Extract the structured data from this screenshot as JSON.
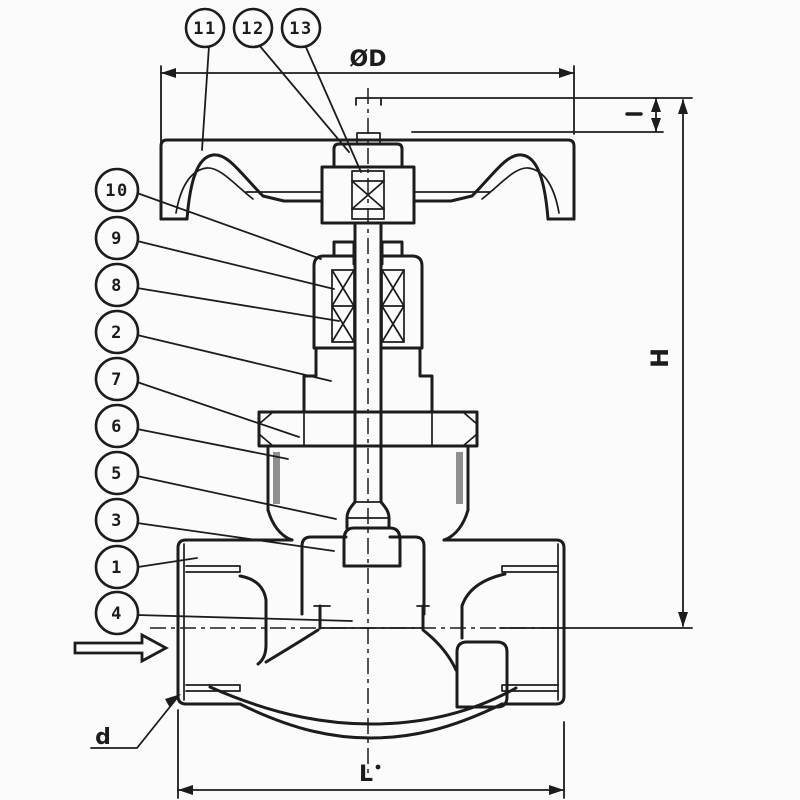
{
  "colors": {
    "background": "#fbfbfb",
    "ink": "#1c1c1c",
    "thread_shade": "#8f8f8f"
  },
  "drawing_type": "valve-cross-section",
  "flow_direction": "right",
  "callouts": {
    "c1": "1",
    "c2": "2",
    "c3": "3",
    "c4": "4",
    "c5": "5",
    "c6": "6",
    "c7": "7",
    "c8": "8",
    "c9": "9",
    "c10": "10",
    "c11": "11",
    "c12": "12",
    "c13": "13"
  },
  "dimensions": {
    "handwheel_diameter_label": "ØD",
    "height_label": "H",
    "length_label": "L",
    "port_label": "d"
  }
}
